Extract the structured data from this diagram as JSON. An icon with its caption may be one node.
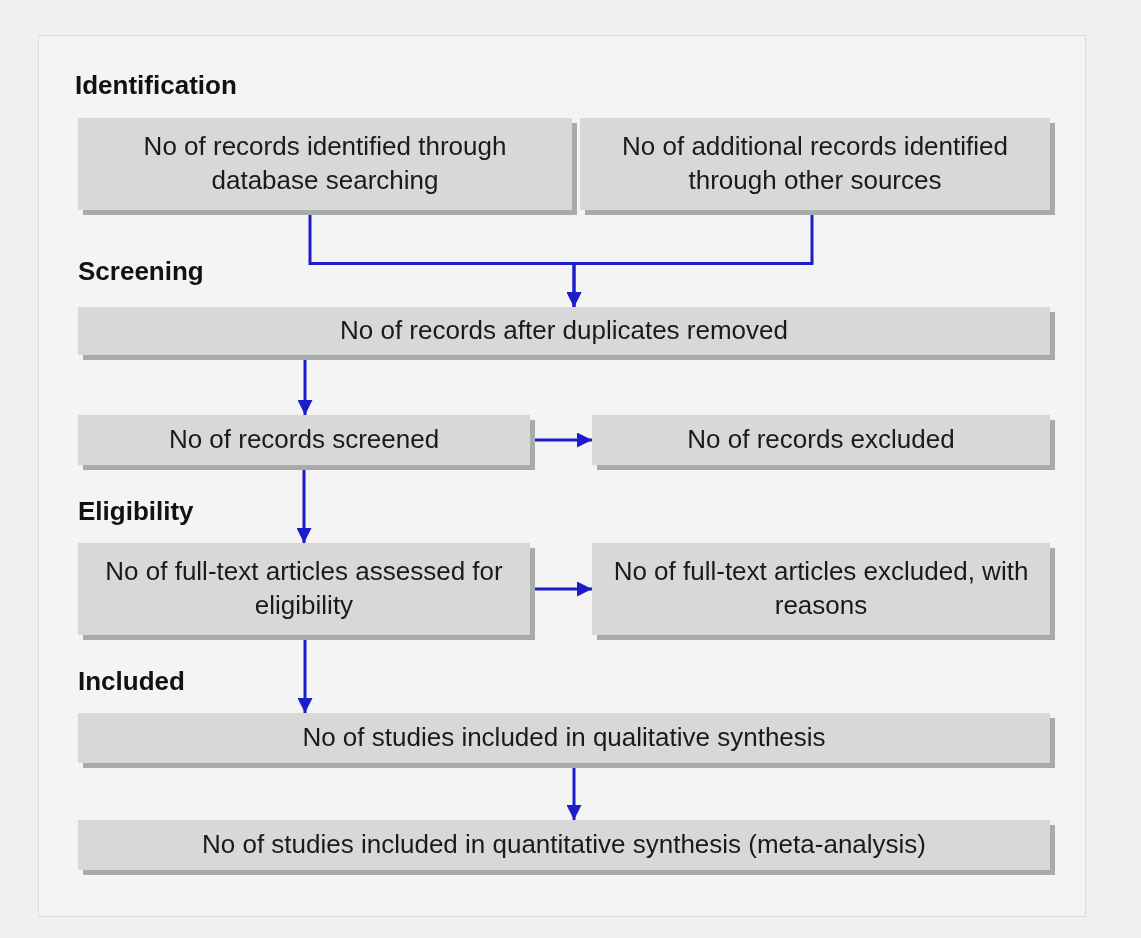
{
  "diagram": {
    "nodes": [
      {
        "text": [
          "No of records identified through database searching"
        ]
      },
      {
        "text": [
          "No of additional records identified through other sources"
        ]
      },
      {
        "text": [
          "No of records after duplicates removed"
        ]
      },
      {
        "text": [
          "No of records screened"
        ]
      },
      {
        "text": [
          "No of records excluded"
        ]
      },
      {
        "text": [
          "No of full-text articles assessed for eligibility"
        ]
      },
      {
        "text": [
          "No of full-text articles excluded, with reasons"
        ]
      },
      {
        "text": [
          "No of studies included in qualitative synthesis"
        ]
      },
      {
        "text": [
          "No of studies included in quantitative synthesis (meta-analysis)"
        ]
      }
    ],
    "edges": [
      {
        "from": 0,
        "to": 2,
        "arrow": "to"
      },
      {
        "from": 1,
        "to": 2,
        "arrow": "to"
      },
      {
        "from": 2,
        "to": 3,
        "arrow": "to"
      },
      {
        "from": 3,
        "to": 4,
        "arrow": "to"
      },
      {
        "from": 3,
        "to": 5,
        "arrow": "to"
      },
      {
        "from": 5,
        "to": 6,
        "arrow": "to"
      },
      {
        "from": 5,
        "to": 7,
        "arrow": "to"
      },
      {
        "from": 7,
        "to": 8,
        "arrow": "to"
      }
    ],
    "labels": [
      "Identification",
      "Screening",
      "Eligibility",
      "Included"
    ]
  }
}
